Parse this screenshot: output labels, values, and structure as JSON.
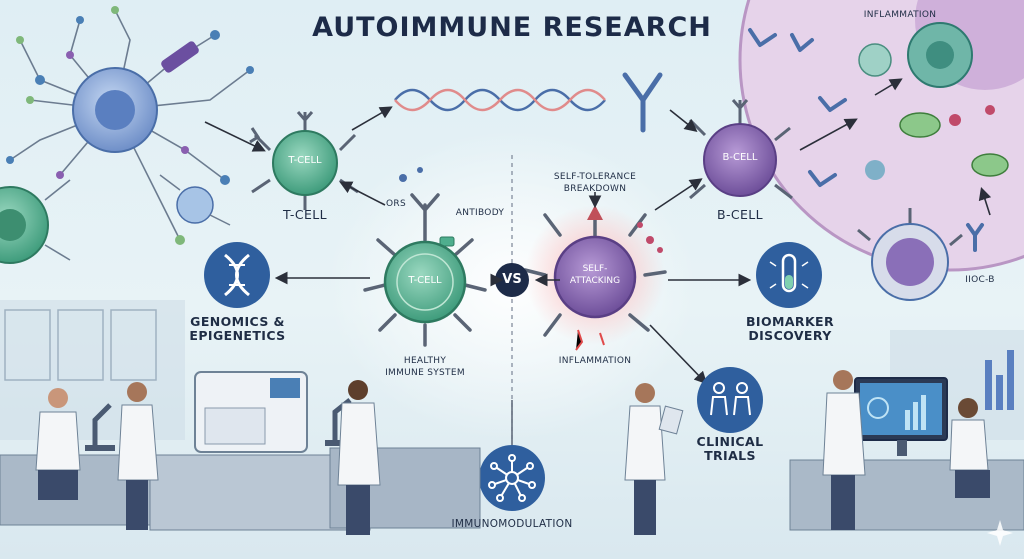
{
  "title": "AUTOIMMUNE RESEARCH",
  "labels": {
    "inflammation_top": "INFLAMMATION",
    "tcell_left_inner": "T-CELL",
    "tcell_left_caption": "T-CELL",
    "bcell_inner": "B-CELL",
    "bcell_caption": "B-CELL",
    "ors": "ORS",
    "antibody": "ANTIBODY",
    "tcell_center_inner": "T-CELL",
    "healthy_line1": "HEALTHY",
    "healthy_line2": "IMMUNE SYSTEM",
    "vs": "VS",
    "self_tolerance_line1": "SELF-TOLERANCE",
    "self_tolerance_line2": "BREAKDOWN",
    "self_attacking_line1": "SELF-",
    "self_attacking_line2": "ATTACKING",
    "inflammation_center": "INFLAMMATION",
    "genomics_line1": "GENOMICS &",
    "genomics_line2": "EPIGENETICS",
    "biomarker_line1": "BIOMARKER",
    "biomarker_line2": "DISCOVERY",
    "clinical_line1": "CLINICAL",
    "clinical_line2": "TRIALS",
    "immunomodulation": "IMMUNOMODULATION",
    "iioc": "IIOC-B"
  },
  "icons": [
    "dna-icon",
    "test-tube-icon",
    "people-icon",
    "network-icon",
    "microscope-icon",
    "monitor-chart-icon"
  ],
  "colors": {
    "title": "#1d2b48",
    "tcell": "#4fae8e",
    "bcell": "#7b5aa6",
    "self_attack_glow": "#f26b6b",
    "icon_circle": "#2f5f9e",
    "arrow": "#2b2f3a"
  }
}
